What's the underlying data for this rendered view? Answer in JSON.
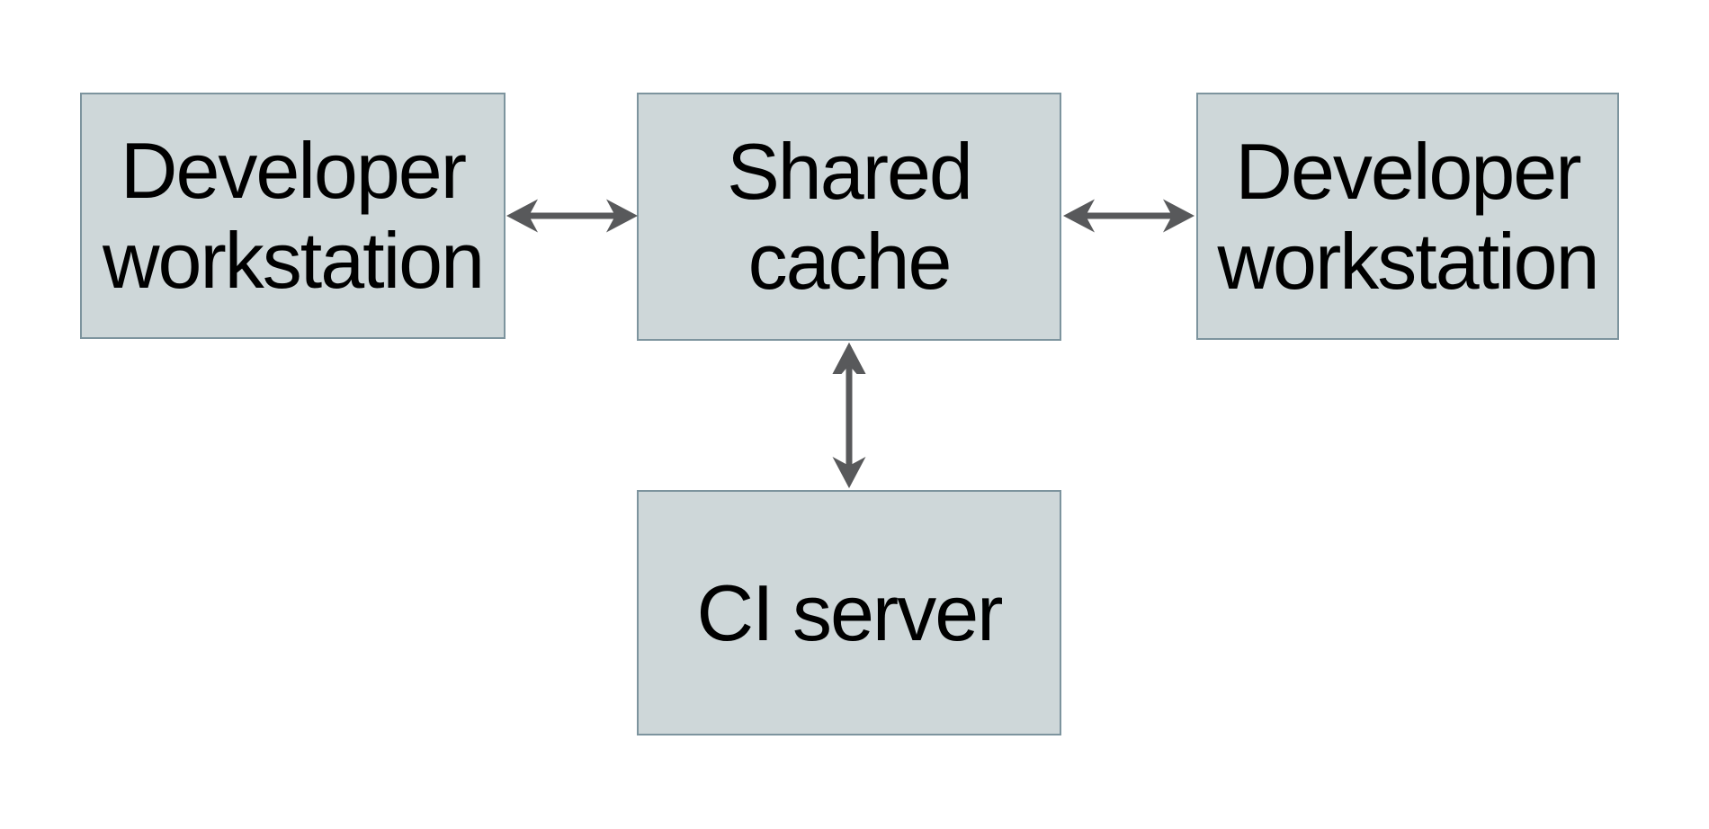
{
  "diagram": {
    "type": "architecture-diagram",
    "description": "Shared build cache topology: two developer workstations and a CI server connected bidirectionally to a shared cache",
    "colors": {
      "background": "#ffffff",
      "node_fill": "#ced7d9",
      "node_border": "#7d949e",
      "arrow": "#58595b",
      "text": "#000000"
    },
    "nodes": [
      {
        "id": "developer-workstation-left",
        "lines": [
          "Developer",
          "workstation"
        ]
      },
      {
        "id": "shared-cache",
        "lines": [
          "Shared",
          "cache"
        ]
      },
      {
        "id": "developer-workstation-right",
        "lines": [
          "Developer",
          "workstation"
        ]
      },
      {
        "id": "ci-server",
        "lines": [
          "CI server"
        ]
      }
    ],
    "edges": [
      {
        "from": "developer-workstation-left",
        "to": "shared-cache",
        "direction": "bidirectional"
      },
      {
        "from": "developer-workstation-right",
        "to": "shared-cache",
        "direction": "bidirectional"
      },
      {
        "from": "ci-server",
        "to": "shared-cache",
        "direction": "bidirectional"
      }
    ]
  }
}
